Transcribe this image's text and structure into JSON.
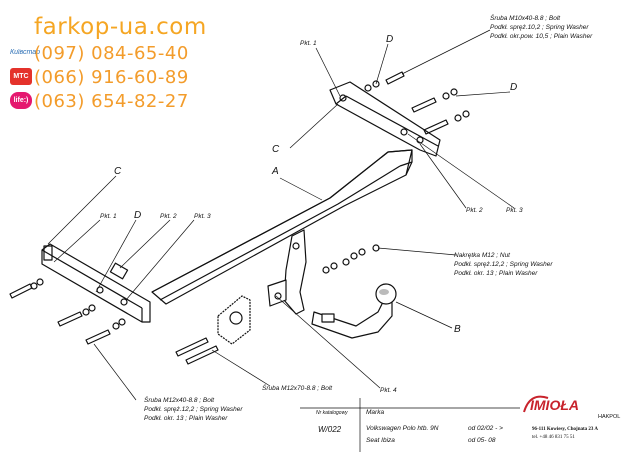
{
  "header": {
    "site": "farkop-ua.com",
    "operators": [
      "Київстар",
      "МТС",
      "life:)"
    ],
    "phones": [
      "(097) 084-65-40",
      "(066) 916-60-89",
      "(063) 654-82-27"
    ]
  },
  "callouts": {
    "D": "D",
    "C": "C",
    "A": "A",
    "B": "B",
    "pkt1": "Pkt. 1",
    "pkt2": "Pkt. 2",
    "pkt3": "Pkt. 3",
    "pkt4": "Pkt. 4"
  },
  "notes": {
    "top_right": [
      "Śruba M10x40-8.8 ;  Bolt",
      "Podkł. spręż.10,2 ;  Spring Washer",
      "Podkł. okr.pow.  10,5 ; Plain Washer"
    ],
    "mid_right": [
      "Nakrętka  M12 ;  Nut",
      "Podkł. spręż.12,2 ;  Spring Washer",
      "Podkł. okr. 13 ;  Plain Washer"
    ],
    "bottom_left": [
      "Śruba M12x40-8.8 ;  Bolt",
      "Podkł. spręż.12,2 ;  Spring Washer",
      "Podkł. okr. 13 ;  Plain Washer"
    ],
    "bottom_mid": "Śruba M12x70-8.8 ;  Bolt"
  },
  "table": {
    "catalog_label": "Nr katalogowy",
    "catalog_no": "W/022",
    "make_label": "Marka",
    "rows": [
      {
        "model": "Volkswagen Polo htb. 9N",
        "period": "od  02/02 -  >"
      },
      {
        "model": "Seat Ibiza",
        "period": "od  05- 08"
      }
    ]
  },
  "company": {
    "logo": "IMIOŁA",
    "logo_sub": "HAKPOL",
    "address": "96-111 Kowiesy, Chojnata 23 A",
    "tel": "tel. +48 46 831 75 51"
  },
  "colors": {
    "orange": "#f39c2b",
    "logo_red": "#c8232c"
  }
}
